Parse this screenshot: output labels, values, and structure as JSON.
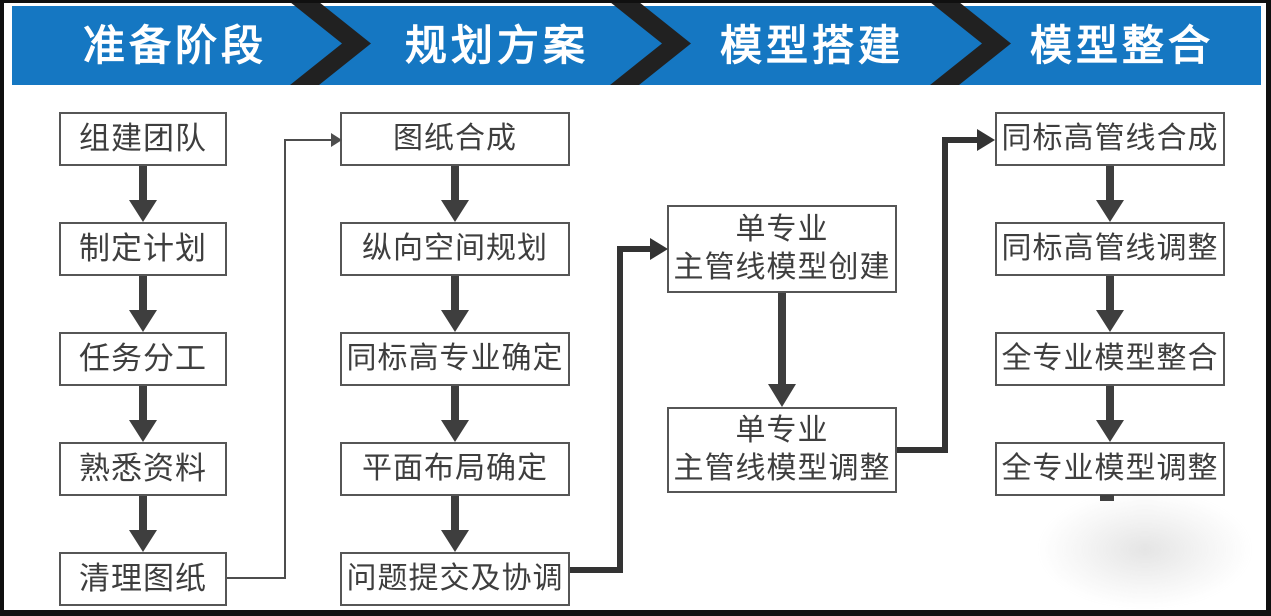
{
  "header": {
    "phases": [
      {
        "label": "准备阶段"
      },
      {
        "label": "规划方案"
      },
      {
        "label": "模型搭建"
      },
      {
        "label": "模型整合"
      }
    ],
    "band_color": "#1577c2",
    "chevron_color": "#212121",
    "text_color": "#ffffff"
  },
  "flow": {
    "columns": [
      {
        "boxes": [
          {
            "lines": [
              "组建团队"
            ]
          },
          {
            "lines": [
              "制定计划"
            ]
          },
          {
            "lines": [
              "任务分工"
            ]
          },
          {
            "lines": [
              "熟悉资料"
            ]
          },
          {
            "lines": [
              "清理图纸"
            ]
          }
        ]
      },
      {
        "boxes": [
          {
            "lines": [
              "图纸合成"
            ]
          },
          {
            "lines": [
              "纵向空间规划"
            ]
          },
          {
            "lines": [
              "同标高专业确定"
            ]
          },
          {
            "lines": [
              "平面布局确定"
            ]
          },
          {
            "lines": [
              "问题提交及协调"
            ]
          }
        ]
      },
      {
        "boxes": [
          {
            "lines": [
              "单专业",
              "主管线模型创建"
            ]
          },
          {
            "lines": [
              "单专业",
              "主管线模型调整"
            ]
          }
        ]
      },
      {
        "boxes": [
          {
            "lines": [
              "同标高管线合成"
            ]
          },
          {
            "lines": [
              "同标高管线调整"
            ]
          },
          {
            "lines": [
              "全专业模型整合"
            ]
          },
          {
            "lines": [
              "全专业模型调整"
            ]
          }
        ]
      }
    ],
    "box_border_color": "#565656",
    "box_text_color": "#3e3e3e",
    "arrow_color": "#3e3e3e",
    "connector_thin_color": "#4d4d4d",
    "connector_thick_color": "#333333"
  }
}
